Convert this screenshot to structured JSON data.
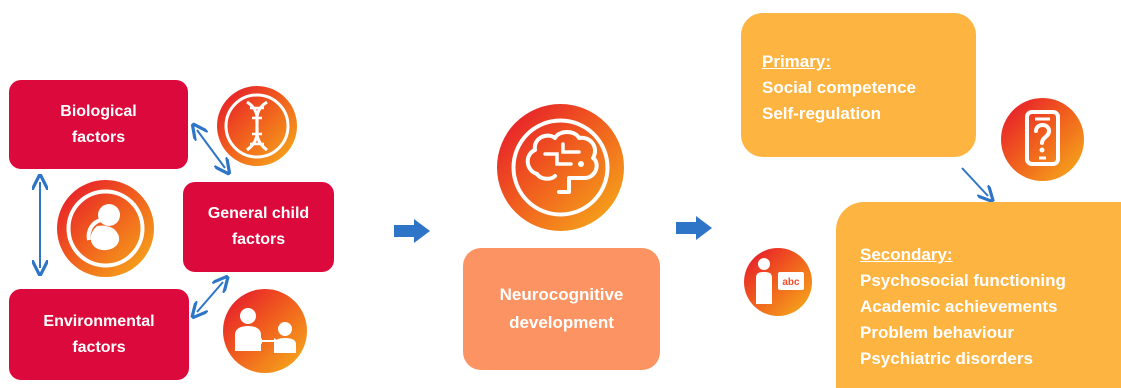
{
  "boxes": {
    "biological": [
      "Biological",
      "factors"
    ],
    "general": [
      "General child",
      "factors"
    ],
    "environmental": [
      "Environmental",
      "factors"
    ],
    "neuro": [
      "Neurocognitive",
      "development"
    ]
  },
  "primary": {
    "header": "Primary:",
    "items": [
      "Social competence",
      "Self-regulation"
    ]
  },
  "secondary": {
    "header": "Secondary:",
    "items": [
      "Psychosocial functioning",
      "Academic achievements",
      "Problem behaviour",
      "Psychiatric disorders"
    ]
  },
  "icons": {
    "dna": "dna-icon",
    "fetus": "fetus-icon",
    "parent_child": "parent-child-icon",
    "brain": "brain-icon",
    "tablet_question": "tablet-question-icon",
    "child_abc": "child-abc-icon",
    "abc_text": "abc"
  },
  "colors": {
    "red_box": "#dc0a3c",
    "salmon_box": "#fb9462",
    "orange_box": "#fdb441",
    "arrow_blue": "#2e75c7",
    "gradient": [
      "#e4102f",
      "#f05a1e",
      "#f6b21a"
    ]
  }
}
